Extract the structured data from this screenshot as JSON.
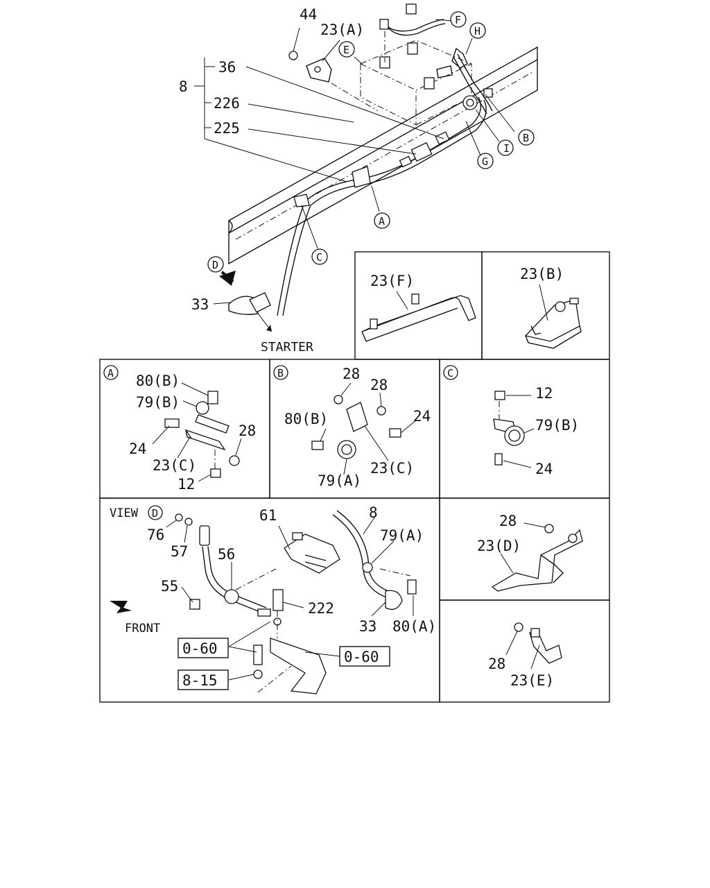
{
  "main": {
    "callouts": {
      "c44": "44",
      "c23a": "23(A)",
      "c8": "8",
      "c36": "36",
      "c226": "226",
      "c225": "225",
      "c33": "33",
      "starter": "STARTER"
    },
    "circle_letters": {
      "a": "A",
      "b": "B",
      "c": "C",
      "d": "D",
      "e": "E",
      "f": "F",
      "g": "G",
      "h": "H",
      "i": "I"
    }
  },
  "panel_f": {
    "label": "23(F)"
  },
  "panel_b_top": {
    "label": "23(B)"
  },
  "detail_a": {
    "letter": "A",
    "labels": {
      "l80b": "80(B)",
      "l79b": "79(B)",
      "l24": "24",
      "l28": "28",
      "l23c": "23(C)",
      "l12": "12"
    }
  },
  "detail_b": {
    "letter": "B",
    "labels": {
      "l28a": "28",
      "l28b": "28",
      "l80b": "80(B)",
      "l24": "24",
      "l79a": "79(A)",
      "l23c": "23(C)"
    }
  },
  "detail_c": {
    "letter": "C",
    "labels": {
      "l12": "12",
      "l79b": "79(B)",
      "l24": "24"
    }
  },
  "view_d": {
    "title": "VIEW",
    "letter": "D",
    "labels": {
      "l76": "76",
      "l57": "57",
      "l56": "56",
      "l55": "55",
      "l61": "61",
      "l8": "8",
      "l79a": "79(A)",
      "l222": "222",
      "l33": "33",
      "l80a": "80(A)",
      "front": "FRONT",
      "ref1": "0-60",
      "ref2": "8-15",
      "ref3": "0-60"
    }
  },
  "panel_d": {
    "l28": "28",
    "l23d": "23(D)"
  },
  "panel_e": {
    "l28": "28",
    "l23e": "23(E)"
  }
}
